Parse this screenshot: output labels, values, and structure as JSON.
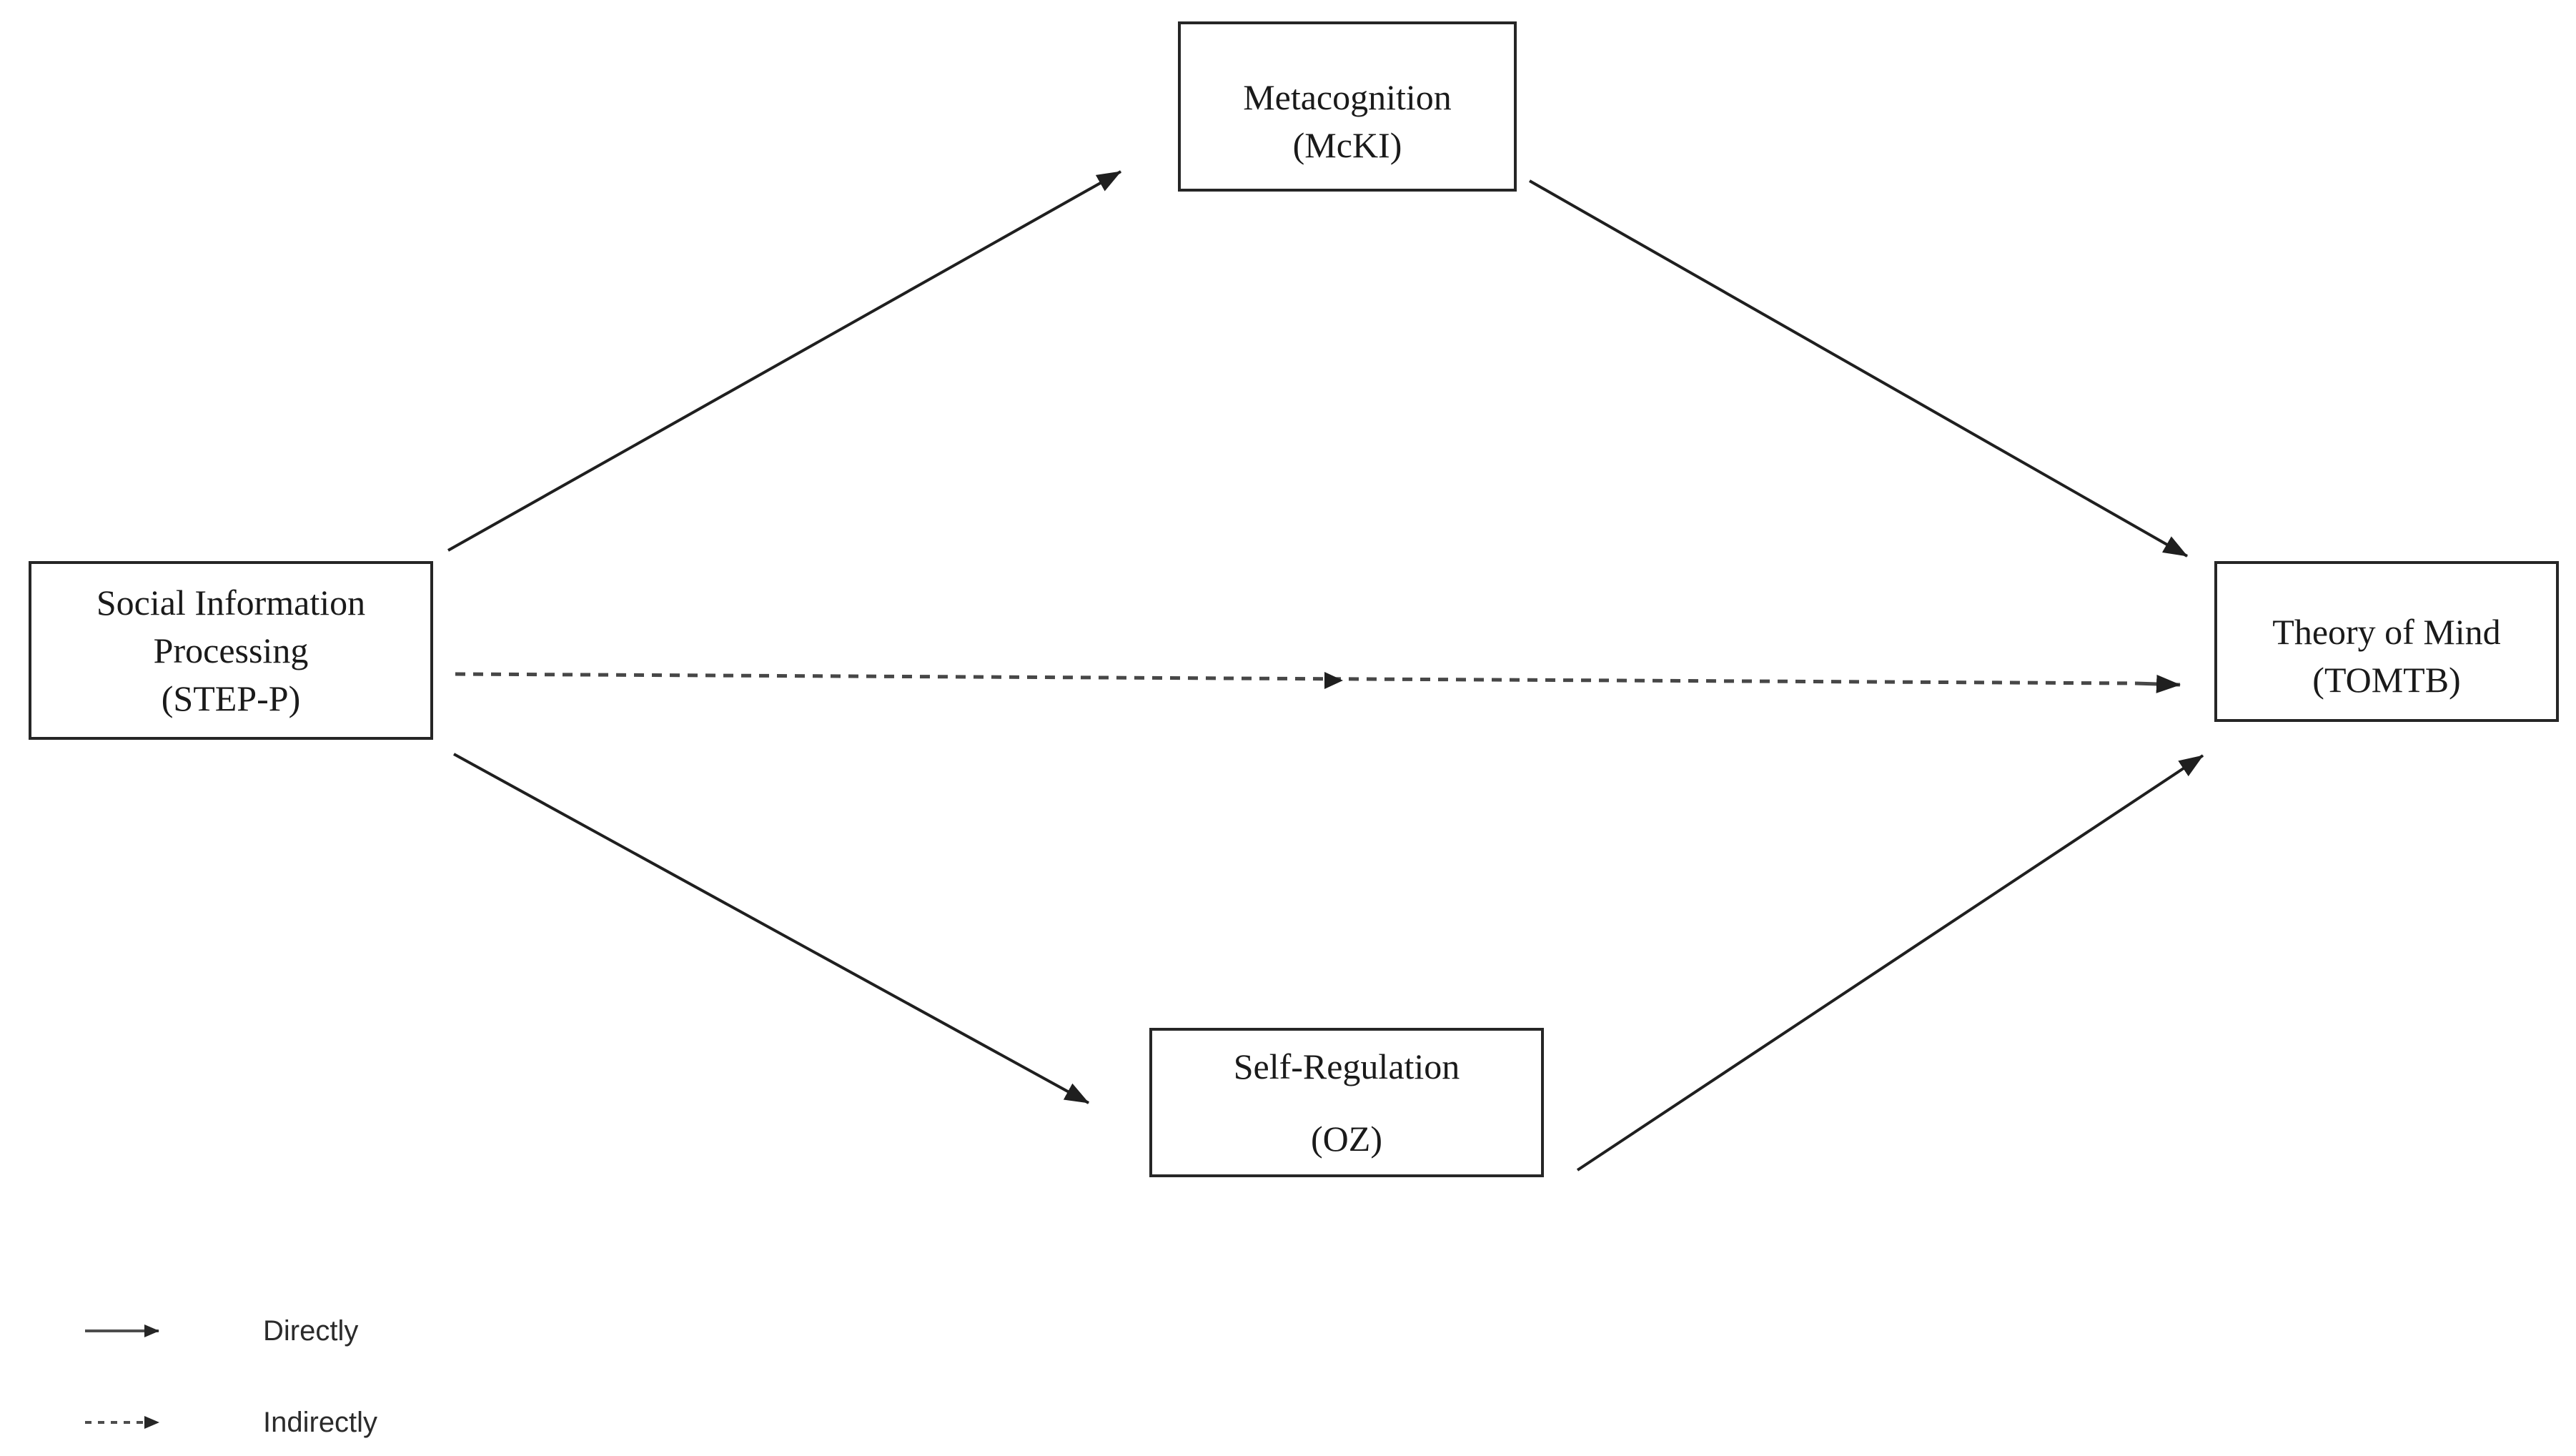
{
  "diagram": {
    "nodes": {
      "social_information_processing": {
        "lines": [
          "Social Information",
          "Processing",
          "(STEP-P)"
        ]
      },
      "metacognition": {
        "lines": [
          "Metacognition",
          "(McKI)"
        ]
      },
      "self_regulation": {
        "lines": [
          "Self-Regulation",
          "(OZ)"
        ]
      },
      "theory_of_mind": {
        "lines": [
          "Theory of Mind",
          "(TOMTB)"
        ]
      }
    },
    "edges": [
      {
        "from": "social_information_processing",
        "to": "metacognition",
        "style": "solid",
        "meaning": "direct"
      },
      {
        "from": "metacognition",
        "to": "theory_of_mind",
        "style": "solid",
        "meaning": "direct"
      },
      {
        "from": "social_information_processing",
        "to": "self_regulation",
        "style": "solid",
        "meaning": "direct"
      },
      {
        "from": "self_regulation",
        "to": "theory_of_mind",
        "style": "solid",
        "meaning": "direct"
      },
      {
        "from": "social_information_processing",
        "to": "theory_of_mind",
        "style": "dashed",
        "meaning": "indirect"
      }
    ],
    "legend": [
      {
        "symbol": "solid-arrow",
        "label": "Directly"
      },
      {
        "symbol": "dashed-arrow",
        "label": "Indirectly"
      }
    ],
    "colors": {
      "background": "#ffffff",
      "box_border": "#262626",
      "text": "#1a1a1a",
      "solid_arrow": "#1f1f1f",
      "dashed_arrow": "#474747"
    }
  }
}
